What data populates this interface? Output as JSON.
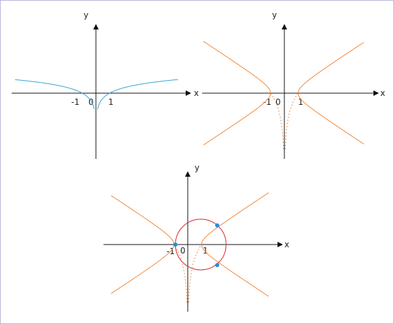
{
  "colors": {
    "blue_curve": "#3aa0d8",
    "orange_curve": "#f0883c",
    "red_circle": "#d8242c",
    "blue_point": "#1f8fdc",
    "axis": "#111111",
    "border": "#b8b8d8"
  },
  "panels": [
    {
      "id": "top-left",
      "x_axis_label": "x",
      "y_axis_label": "y",
      "tick_neg": "-1",
      "tick_zero": "0",
      "tick_pos": "1"
    },
    {
      "id": "top-right",
      "x_axis_label": "x",
      "y_axis_label": "y",
      "tick_neg": "-1",
      "tick_zero": "0",
      "tick_pos": "1"
    },
    {
      "id": "bottom",
      "x_axis_label": "x",
      "y_axis_label": "y",
      "tick_neg": "-1",
      "tick_zero": "0",
      "tick_pos": "1"
    }
  ]
}
